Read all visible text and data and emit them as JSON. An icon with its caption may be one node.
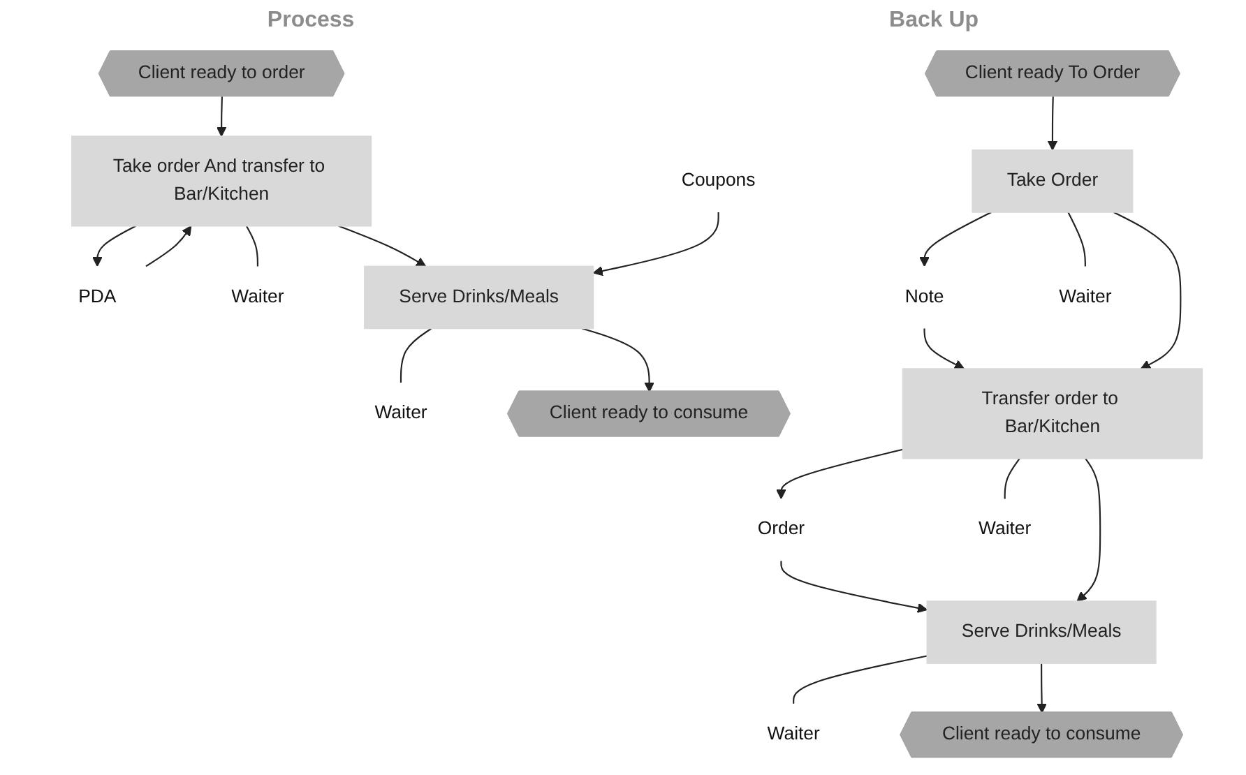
{
  "diagram": {
    "nodes": [
      {
        "text": [
          "Client ready to order"
        ]
      },
      {
        "text": [
          "PDA"
        ]
      },
      {
        "text": [
          "Take order And transfer to Bar/Kitchen"
        ]
      },
      {
        "text": [
          "Waiter"
        ]
      },
      {
        "text": [
          "Coupons"
        ]
      },
      {
        "text": [
          "Serve Drinks/Meals"
        ]
      },
      {
        "text": [
          "Waiter"
        ]
      },
      {
        "text": [
          "Client ready to consume"
        ]
      },
      {
        "text": [
          "Client ready To Order"
        ]
      },
      {
        "text": [
          "Note"
        ]
      },
      {
        "text": [
          "Take Order"
        ]
      },
      {
        "text": [
          "Waiter"
        ]
      },
      {
        "text": [
          "Transfer order to Bar/Kitchen"
        ]
      },
      {
        "text": [
          "Order"
        ]
      },
      {
        "text": [
          "Waiter"
        ]
      },
      {
        "text": [
          "Serve Drinks/Meals"
        ]
      },
      {
        "text": [
          "Waiter"
        ]
      },
      {
        "text": [
          "Client ready to consume"
        ]
      }
    ],
    "edges": [
      {
        "from": 0,
        "to": 2,
        "arrow": "to"
      },
      {
        "from": 2,
        "to": 1,
        "arrow": "to"
      },
      {
        "from": 1,
        "to": 2,
        "arrow": "to"
      },
      {
        "from": 2,
        "to": 3,
        "arrow": "none"
      },
      {
        "from": 2,
        "to": 5,
        "arrow": "to"
      },
      {
        "from": 4,
        "to": 5,
        "arrow": "to"
      },
      {
        "from": 5,
        "to": 6,
        "arrow": "none"
      },
      {
        "from": 5,
        "to": 7,
        "arrow": "to"
      },
      {
        "from": 8,
        "to": 10,
        "arrow": "to"
      },
      {
        "from": 10,
        "to": 9,
        "arrow": "to"
      },
      {
        "from": 10,
        "to": 11,
        "arrow": "none"
      },
      {
        "from": 9,
        "to": 12,
        "arrow": "to"
      },
      {
        "from": 10,
        "to": 12,
        "arrow": "to"
      },
      {
        "from": 12,
        "to": 13,
        "arrow": "to"
      },
      {
        "from": 12,
        "to": 14,
        "arrow": "none"
      },
      {
        "from": 13,
        "to": 15,
        "arrow": "to"
      },
      {
        "from": 12,
        "to": 15,
        "arrow": "to"
      },
      {
        "from": 15,
        "to": 16,
        "arrow": "none"
      },
      {
        "from": 15,
        "to": 17,
        "arrow": "to"
      }
    ],
    "labels": [
      "Process",
      "Back Up"
    ]
  }
}
